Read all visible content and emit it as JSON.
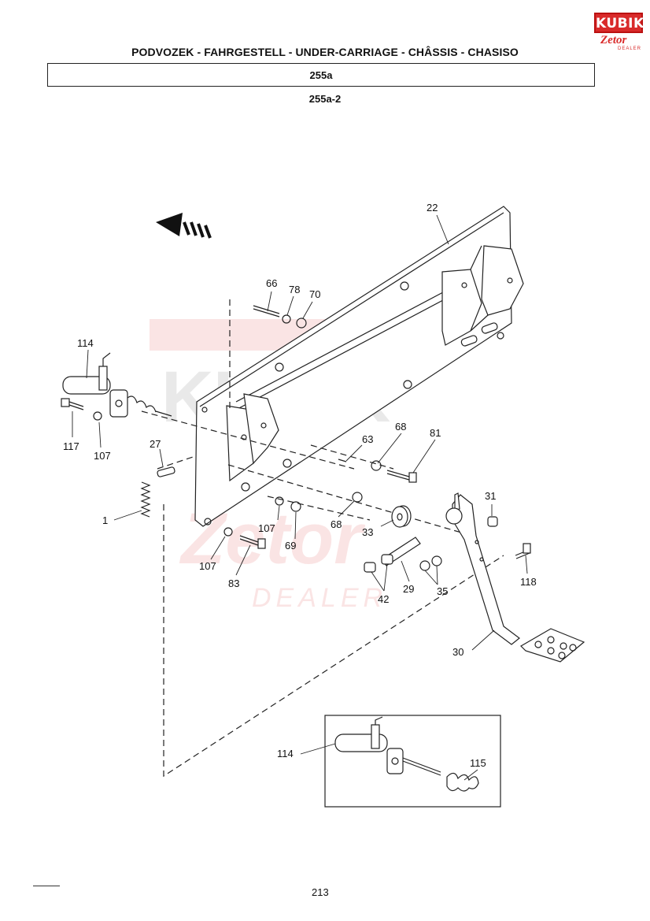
{
  "header": {
    "title": "PODVOZEK - FAHRGESTELL - UNDER-CARRIAGE - CHÂSSIS - CHASISO",
    "section": "255a",
    "subsection": "255a-2"
  },
  "logo": {
    "brand": "KUBIK",
    "maker": "Zetor",
    "tag": "DEALER",
    "color": "#d92a2a"
  },
  "watermark": {
    "brand": "KUBIK",
    "maker": "Zetor",
    "tag": "DEALER"
  },
  "callouts": {
    "c1": "1",
    "c22": "22",
    "c27": "27",
    "c29": "29",
    "c30": "30",
    "c31": "31",
    "c33": "33",
    "c35": "35",
    "c42": "42",
    "c63": "63",
    "c66": "66",
    "c68a": "68",
    "c68b": "68",
    "c69": "69",
    "c70": "70",
    "c78": "78",
    "c81": "81",
    "c83": "83",
    "c107a": "107",
    "c107b": "107",
    "c107c": "107",
    "c114a": "114",
    "c114b": "114",
    "c115": "115",
    "c117": "117",
    "c118": "118"
  },
  "footer": {
    "page": "213"
  }
}
